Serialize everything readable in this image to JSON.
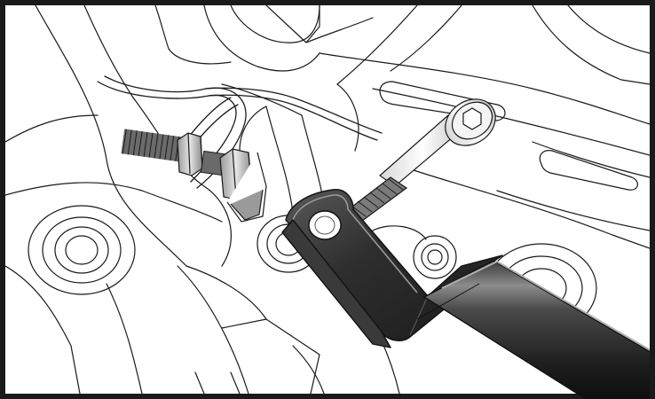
{
  "illustration": {
    "colors": {
      "ink": "#1a1a1a",
      "paper": "#ffffff",
      "bracket_dark": "#2b2b2b",
      "bracket_mid": "#4a4a4a",
      "bracket_light": "#8a8a8a",
      "bolt_light": "#f2f2f2",
      "bolt_shade": "#bdbdbd",
      "thread": "#6a6a6a"
    },
    "parts": [
      {
        "name": "frame-structure",
        "icon": "line-art"
      },
      {
        "name": "threaded-stud",
        "icon": "stud-icon"
      },
      {
        "name": "hex-nut-left",
        "icon": "hex-nut-icon"
      },
      {
        "name": "hex-nut-right",
        "icon": "hex-nut-icon"
      },
      {
        "name": "wire-loop",
        "icon": "wire-icon"
      },
      {
        "name": "socket-head-bolt",
        "icon": "hex-socket-bolt-icon"
      },
      {
        "name": "angle-bracket",
        "icon": "bracket-icon"
      },
      {
        "name": "tube-arm",
        "icon": "tube-icon"
      }
    ]
  }
}
